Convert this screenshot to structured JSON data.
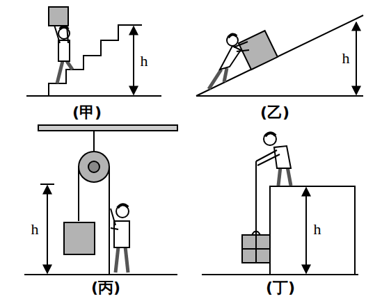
{
  "diagram": {
    "labels": [
      "h",
      "(甲)",
      "h",
      "(乙)",
      "h",
      "(丙)",
      "h",
      "(丁)"
    ]
  }
}
